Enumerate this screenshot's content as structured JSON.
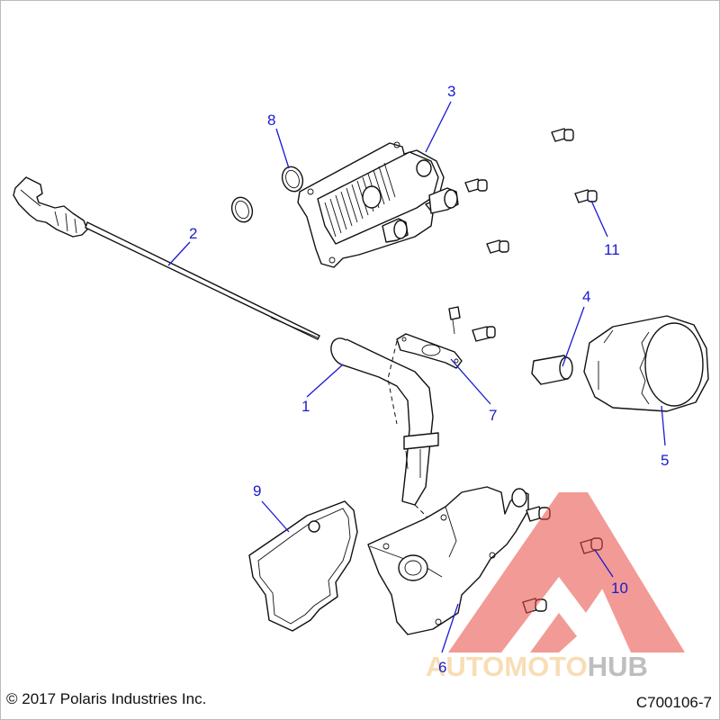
{
  "callouts": [
    {
      "id": "1",
      "label": "1"
    },
    {
      "id": "2",
      "label": "2"
    },
    {
      "id": "3",
      "label": "3"
    },
    {
      "id": "4",
      "label": "4"
    },
    {
      "id": "5",
      "label": "5"
    },
    {
      "id": "6",
      "label": "6"
    },
    {
      "id": "7",
      "label": "7"
    },
    {
      "id": "8",
      "label": "8"
    },
    {
      "id": "9",
      "label": "9"
    },
    {
      "id": "10",
      "label": "10"
    },
    {
      "id": "11",
      "label": "11"
    }
  ],
  "footer": {
    "copyright": "© 2017 Polaris Industries Inc.",
    "figure_code": "C700106-7"
  },
  "watermark": {
    "text_part1": "AUTOMOTO",
    "text_part2": "HUB",
    "colors": {
      "primary": "#e8483f",
      "accent": "#f4c27a",
      "secondary": "#8a8a8a"
    }
  },
  "colors": {
    "callout": "#1a1ad0",
    "line": "#111111"
  }
}
